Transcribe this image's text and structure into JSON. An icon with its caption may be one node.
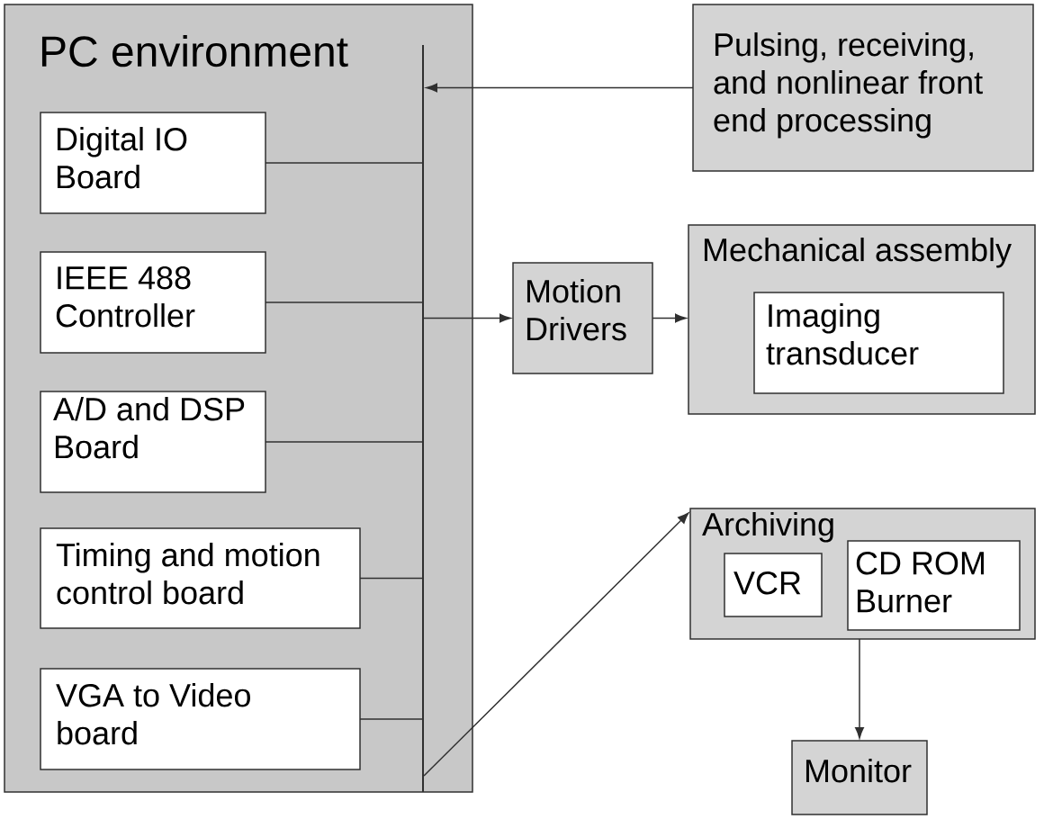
{
  "diagram": {
    "nodes": [
      {
        "text": [
          "PC environment"
        ]
      },
      {
        "text": [],
        "shape": "bar",
        "in": 0
      },
      {
        "text": [
          "Digital IO Board"
        ],
        "in": 0
      },
      {
        "text": [
          "IEEE 488 Controller"
        ],
        "in": 0
      },
      {
        "text": [
          "A/D and DSP Board"
        ],
        "in": 0
      },
      {
        "text": [
          "Timing and motion control board"
        ],
        "in": 0
      },
      {
        "text": [
          "VGA to Video board"
        ],
        "in": 0
      },
      {
        "text": [
          "Pulsing, receiving, and nonlinear front end processing"
        ]
      },
      {
        "text": [
          "Motion Drivers"
        ]
      },
      {
        "text": [
          "Mechanical assembly"
        ]
      },
      {
        "text": [
          "Imaging transducer"
        ],
        "in": 9
      },
      {
        "text": [
          "Archiving"
        ]
      },
      {
        "text": [
          "VCR"
        ],
        "in": 11
      },
      {
        "text": [
          "CD ROM Burner"
        ],
        "in": 11
      },
      {
        "text": [
          "Monitor"
        ]
      }
    ],
    "edges": [
      {
        "from": 7,
        "to": 1,
        "arrow": "to"
      },
      {
        "from": 2,
        "to": 1,
        "arrow": "none"
      },
      {
        "from": 3,
        "to": 1,
        "arrow": "none"
      },
      {
        "from": 4,
        "to": 1,
        "arrow": "none"
      },
      {
        "from": 5,
        "to": 1,
        "arrow": "none"
      },
      {
        "from": 6,
        "to": 1,
        "arrow": "none"
      },
      {
        "from": 1,
        "to": 8,
        "arrow": "to"
      },
      {
        "from": 8,
        "to": 9,
        "arrow": "to"
      },
      {
        "from": 1,
        "to": 11,
        "arrow": "to"
      },
      {
        "from": 11,
        "to": 14,
        "arrow": "to"
      }
    ]
  }
}
